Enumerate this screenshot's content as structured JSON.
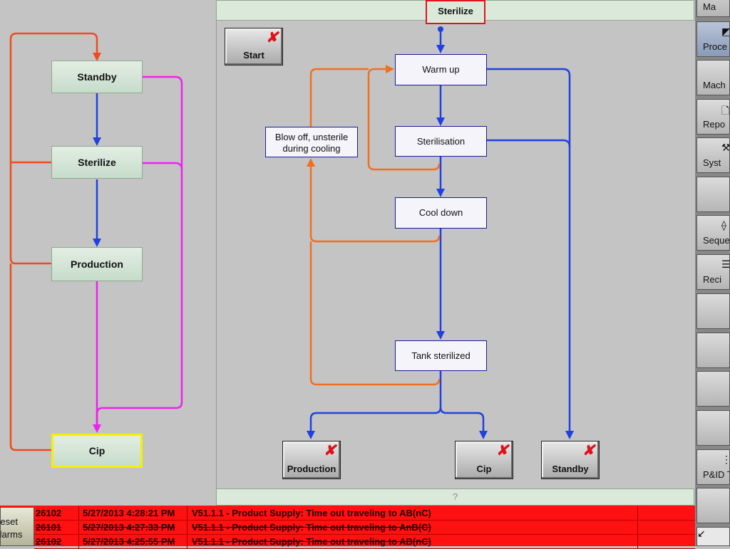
{
  "header": {
    "title": "Sterilize",
    "help": "?"
  },
  "left_states": {
    "standby": "Standby",
    "sterilize": "Sterilize",
    "production": "Production",
    "cip": "Cip"
  },
  "start_button": {
    "label": "Start"
  },
  "process_steps": {
    "warm_up": "Warm up",
    "sterilisation": "Sterilisation",
    "cool_down": "Cool down",
    "tank_sterilized": "Tank sterilized",
    "blow_off_line1": "Blow off, unsterile",
    "blow_off_line2": "during cooling"
  },
  "transition_buttons": {
    "production": "Production",
    "cip": "Cip",
    "standby": "Standby"
  },
  "nav": [
    {
      "label": "Ma",
      "icon": ""
    },
    {
      "label": "Proce",
      "icon": "◩"
    },
    {
      "label": "Mach",
      "icon": ""
    },
    {
      "label": "Repo",
      "icon": "🗋"
    },
    {
      "label": "Syst",
      "icon": "⚒"
    },
    {
      "label": "",
      "icon": ""
    },
    {
      "label": "Seque",
      "icon": "⟠"
    },
    {
      "label": "Reci",
      "icon": "☰"
    },
    {
      "label": "",
      "icon": ""
    },
    {
      "label": "",
      "icon": ""
    },
    {
      "label": "",
      "icon": ""
    },
    {
      "label": "",
      "icon": ""
    },
    {
      "label": "P&ID T",
      "icon": "⋮⋮"
    },
    {
      "label": "",
      "icon": ""
    }
  ],
  "alarm_reset": {
    "line1": "Reset",
    "line2": "Alarms"
  },
  "alarms": [
    {
      "id": "26102",
      "time": "5/27/2013 4:28:21 PM",
      "text": "V51.1.1 - Product Supply: Time out traveling to AB(nC)"
    },
    {
      "id": "26101",
      "time": "5/27/2013 4:27:33 PM",
      "text": "V51.1.1 - Product Supply: Time out traveling to AnB(C)"
    },
    {
      "id": "26102",
      "time": "5/27/2013 4:25:55 PM",
      "text": "V51.1.1 - Product Supply: Time out traveling to AB(nC)"
    }
  ]
}
